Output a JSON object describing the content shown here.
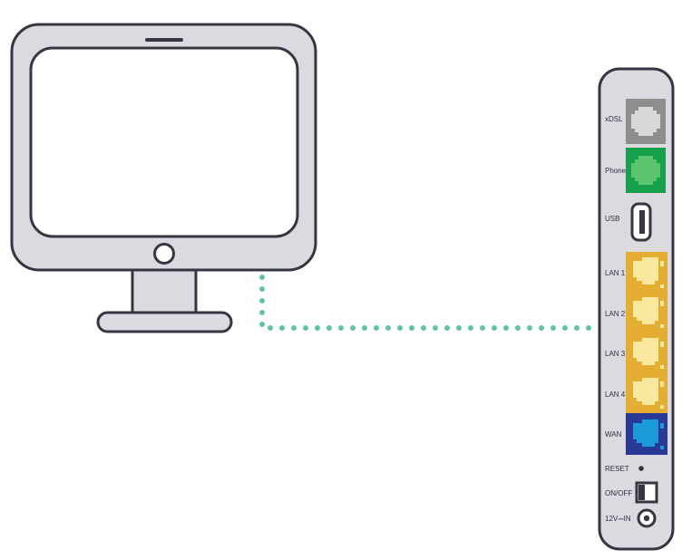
{
  "colors": {
    "outline": "#353641",
    "body_fill": "#dcdae0",
    "screen_fill": "#ffffff",
    "cable": "#5cc6a0",
    "xdsl_port": "#8e8e8e",
    "xdsl_jack": "#d8d8d8",
    "phone_port": "#16a04a",
    "phone_jack": "#5bc26e",
    "lan_port": "#e4ae33",
    "lan_jack": "#fbe9a0",
    "wan_port": "#283a96",
    "wan_jack": "#1c9ad9"
  },
  "router": {
    "ports": {
      "xdsl": "xDSL",
      "phone": "Phone",
      "usb": "USB",
      "lan1": "LAN 1",
      "lan2": "LAN 2",
      "lan3": "LAN 3",
      "lan4": "LAN 4",
      "wan": "WAN",
      "reset": "RESET",
      "onoff": "ON/OFF",
      "power": "12V⎓IN"
    }
  },
  "icons": [
    "monitor-icon",
    "router-icon",
    "ethernet-port-icon",
    "usb-port-icon",
    "power-switch-icon",
    "dc-jack-icon"
  ]
}
